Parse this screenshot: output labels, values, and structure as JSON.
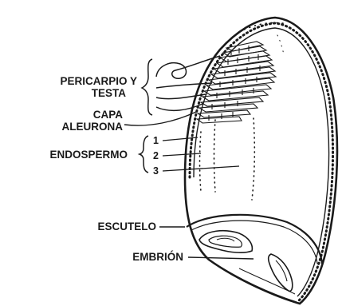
{
  "labels": {
    "pericarpio_line1": "PERICARPIO Y",
    "pericarpio_line2": "TESTA",
    "capa_line1": "CAPA",
    "capa_line2": "ALEURONA",
    "endospermo": "ENDOSPERMO",
    "escutelo": "ESCUTELO",
    "embrion": "EMBRIÓN"
  },
  "endosperm_regions": [
    "1",
    "2",
    "3"
  ],
  "colors": {
    "ink": "#1a1a1a",
    "background": "#ffffff"
  }
}
